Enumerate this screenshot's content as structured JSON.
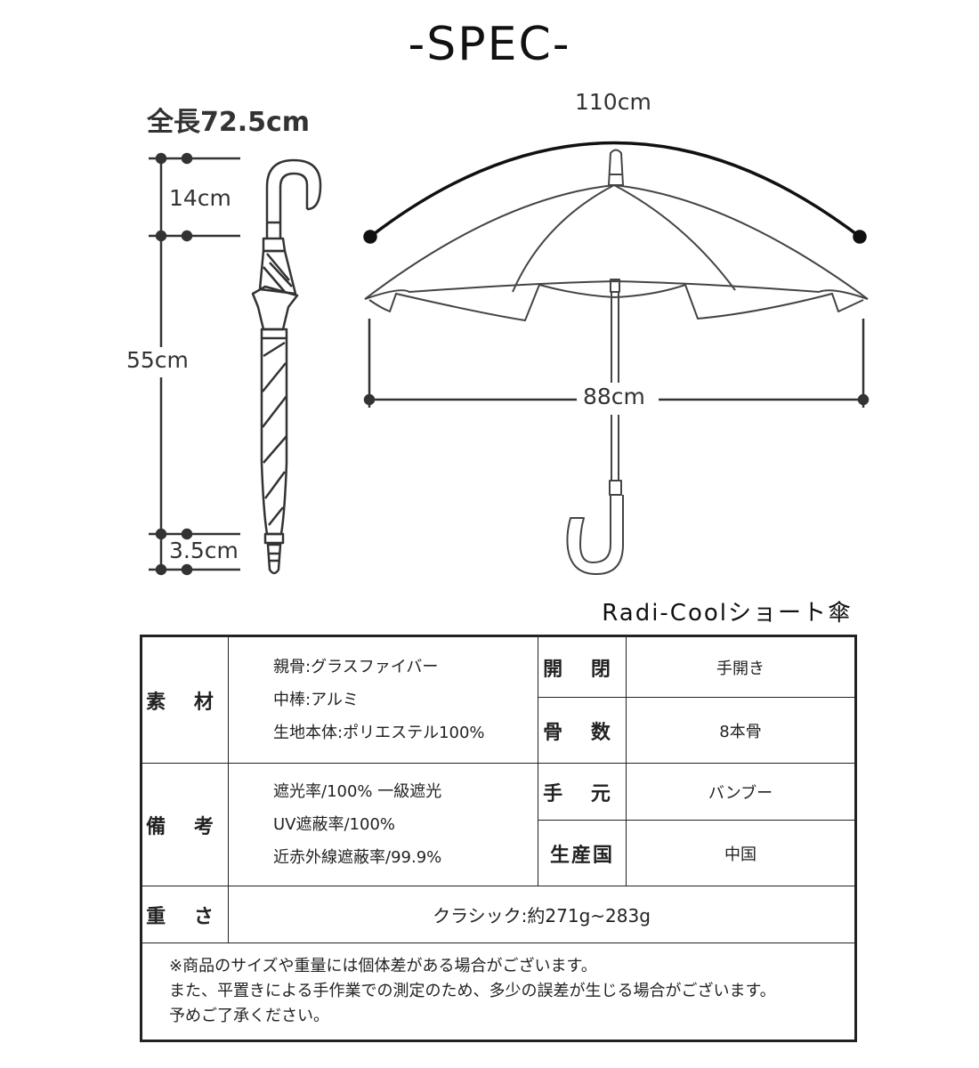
{
  "title": "-SPEC-",
  "closed": {
    "total_length": "全長72.5cm",
    "handle_length": "14cm",
    "body_length": "55cm",
    "tip_length": "3.5cm"
  },
  "open": {
    "arc_length": "110cm",
    "diameter": "88cm"
  },
  "product_name": "Radi-Coolショート傘",
  "spec": {
    "material_label": "素 材",
    "materials": [
      "親骨:グラスファイバー",
      "中棒:アルミ",
      "生地本体:ポリエステル100%"
    ],
    "notes_label": "備 考",
    "notes": [
      "遮光率/100%  一級遮光",
      "UV遮蔽率/100%",
      "近赤外線遮蔽率/99.9%"
    ],
    "opening_label": "開 閉",
    "opening_value": "手開き",
    "ribs_label": "骨 数",
    "ribs_value": "8本骨",
    "handle_label": "手 元",
    "handle_value": "バンブー",
    "origin_label": "生産国",
    "origin_value": "中国",
    "weight_label": "重 さ",
    "weight_value": "クラシック:約271g~283g",
    "disclaimer": [
      "※商品のサイズや重量には個体差がある場合がございます。",
      "また、平置きによる手作業での測定のため、多少の誤差が生じる場合がございます。",
      "予めご了承ください。"
    ]
  }
}
